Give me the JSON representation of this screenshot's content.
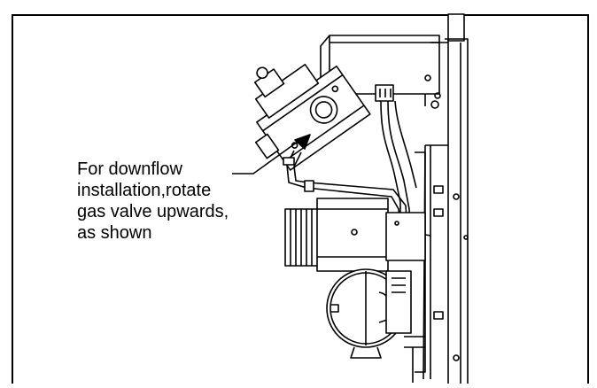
{
  "callout": {
    "lines": [
      "For downflow",
      "installation,rotate",
      "gas valve upwards,",
      "as shown"
    ]
  }
}
